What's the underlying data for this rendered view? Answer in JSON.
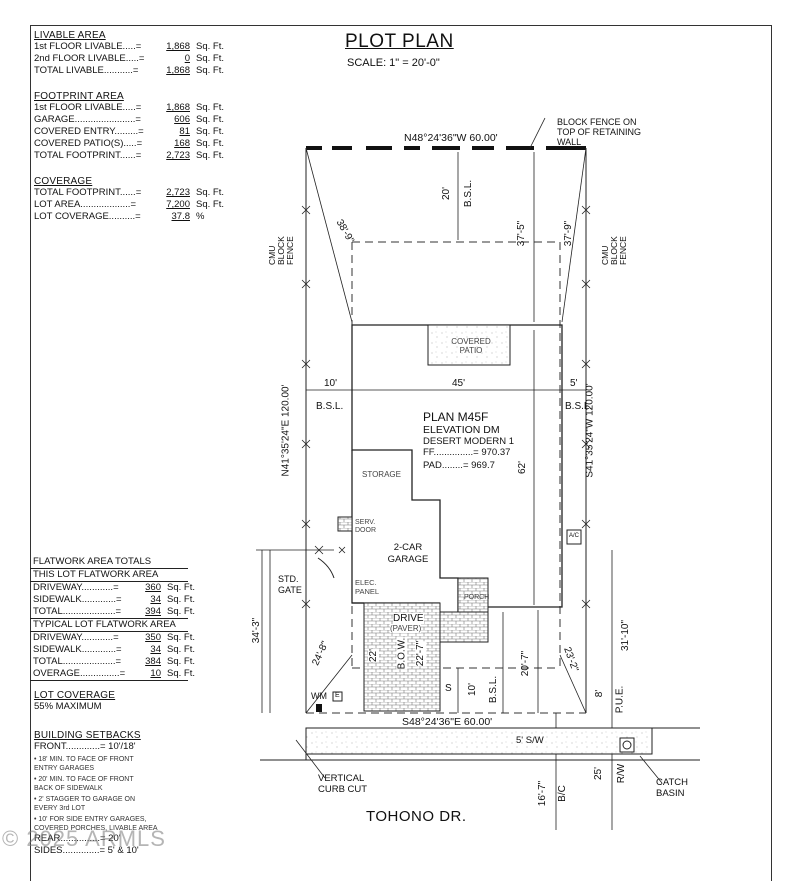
{
  "livable": {
    "title": "LIVABLE AREA",
    "rows": [
      {
        "label": "1st FLOOR LIVABLE.....=",
        "value": "1,868",
        "unit": "Sq. Ft."
      },
      {
        "label": "2nd FLOOR LIVABLE.....=",
        "value": "0",
        "unit": "Sq. Ft."
      },
      {
        "label": "TOTAL LIVABLE...........=",
        "value": "1,868",
        "unit": "Sq. Ft."
      }
    ]
  },
  "footprint": {
    "title": "FOOTPRINT AREA",
    "rows": [
      {
        "label": "1st FLOOR LIVABLE.....=",
        "value": "1,868",
        "unit": "Sq. Ft."
      },
      {
        "label": "GARAGE.......................=",
        "value": "606",
        "unit": "Sq. Ft."
      },
      {
        "label": "COVERED ENTRY.........=",
        "value": "81",
        "unit": "Sq. Ft."
      },
      {
        "label": "COVERED PATIO(S).....=",
        "value": "168",
        "unit": "Sq. Ft."
      },
      {
        "label": "TOTAL FOOTPRINT......=",
        "value": "2,723",
        "unit": "Sq. Ft."
      }
    ]
  },
  "coverage": {
    "title": "COVERAGE",
    "rows": [
      {
        "label": "TOTAL FOOTPRINT......=",
        "value": "2,723",
        "unit": "Sq. Ft."
      },
      {
        "label": "LOT AREA...................=",
        "value": "7,200",
        "unit": "Sq. Ft."
      },
      {
        "label": "LOT COVERAGE..........=",
        "value": "37.8",
        "unit": "%"
      }
    ]
  },
  "flatwork": {
    "title": "FLATWORK AREA TOTALS",
    "this_lot_title": "THIS LOT FLATWORK AREA",
    "this_lot": [
      {
        "label": "DRIVEWAY............=",
        "value": "360",
        "unit": "Sq. Ft."
      },
      {
        "label": "SIDEWALK.............=",
        "value": "34",
        "unit": "Sq. Ft."
      },
      {
        "label": "TOTAL....................=",
        "value": "394",
        "unit": "Sq. Ft."
      }
    ],
    "typical_title": "TYPICAL LOT FLATWORK AREA",
    "typical": [
      {
        "label": "DRIVEWAY............=",
        "value": "350",
        "unit": "Sq. Ft."
      },
      {
        "label": "SIDEWALK.............=",
        "value": "34",
        "unit": "Sq. Ft."
      },
      {
        "label": "TOTAL....................=",
        "value": "384",
        "unit": "Sq. Ft."
      },
      {
        "label": "OVERAGE...............=",
        "value": "10",
        "unit": "Sq. Ft."
      }
    ]
  },
  "lot_coverage_note": {
    "title": "LOT COVERAGE",
    "text": "55% MAXIMUM"
  },
  "setbacks": {
    "title": "BUILDING SETBACKS",
    "front": "FRONT.............= 10'/18'",
    "notes": [
      "• 18' MIN. TO FACE OF FRONT ENTRY GARAGES",
      "• 20' MIN. TO FACE OF FRONT BACK OF SIDEWALK",
      "• 2' STAGGER TO GARAGE ON EVERY 3rd LOT",
      "• 10' FOR SIDE ENTRY GARAGES, COVERED PORCHES, LIVABLE AREA"
    ],
    "rear": "REAR...............= 20'",
    "sides": "SIDES..............= 5' & 10'"
  },
  "watermark": "© 2025 ARMLS",
  "plan": {
    "title": "PLOT PLAN",
    "scale": "SCALE: 1\" = 20'-0\"",
    "rear_bearing": "N48°24'36\"W 60.00'",
    "front_bearing": "S48°24'36\"E 60.00'",
    "left_bearing": "N41°35'24\"E 120.00'",
    "right_bearing": "S41°35'24\"W 120.00'",
    "block_fence": "BLOCK FENCE ON TOP OF RETAINING WALL",
    "cmu_left": "CMU BLOCK FENCE",
    "cmu_right": "CMU BLOCK FENCE",
    "rear_bsl": "20'",
    "bsl": "B.S.L.",
    "dim_37_5": "37'-5\"",
    "dim_37_9": "37'-9\"",
    "dim_38_9": "38'-9\"",
    "dim_10": "10'",
    "dim_45": "45'",
    "dim_5": "5'",
    "dim_62": "62'",
    "covered_patio": "COVERED PATIO",
    "plan_name": "PLAN M45F",
    "elevation": "ELEVATION DM",
    "style": "DESERT MODERN 1",
    "ff_label": "FF...............=",
    "ff_value": "970.37",
    "pad_label": "PAD........=",
    "pad_value": "969.7",
    "storage": "STORAGE",
    "serv_door": "SERV. DOOR",
    "garage": "2-CAR GARAGE",
    "elec_panel": "ELEC. PANEL",
    "porch": "PORCH",
    "ac": "A/C",
    "drive": "DRIVE",
    "paver": "(PAVER)",
    "std_gate": "STD. GATE",
    "dim_34_3": "34'-3\"",
    "dim_24_8": "24'-8\"",
    "dim_22": "22'",
    "bow": "B.O.W.",
    "dim_22_7": "22'-7\"",
    "dim_20_7": "20'-7\"",
    "dim_23_2": "23'-2\"",
    "dim_31_10": "31'-10\"",
    "dim_10b": "10'",
    "dim_8": "8'",
    "pue": "P.U.E.",
    "wm": "WM",
    "e": "E",
    "s": "S",
    "sw": "5' S/W",
    "vertical_curb": "VERTICAL CURB CUT",
    "dim_16_7": "16'-7\"",
    "bc": "B/C",
    "dim_25": "25'",
    "rw": "R/W",
    "catch_basin": "CATCH BASIN",
    "street": "TOHONO DR."
  }
}
